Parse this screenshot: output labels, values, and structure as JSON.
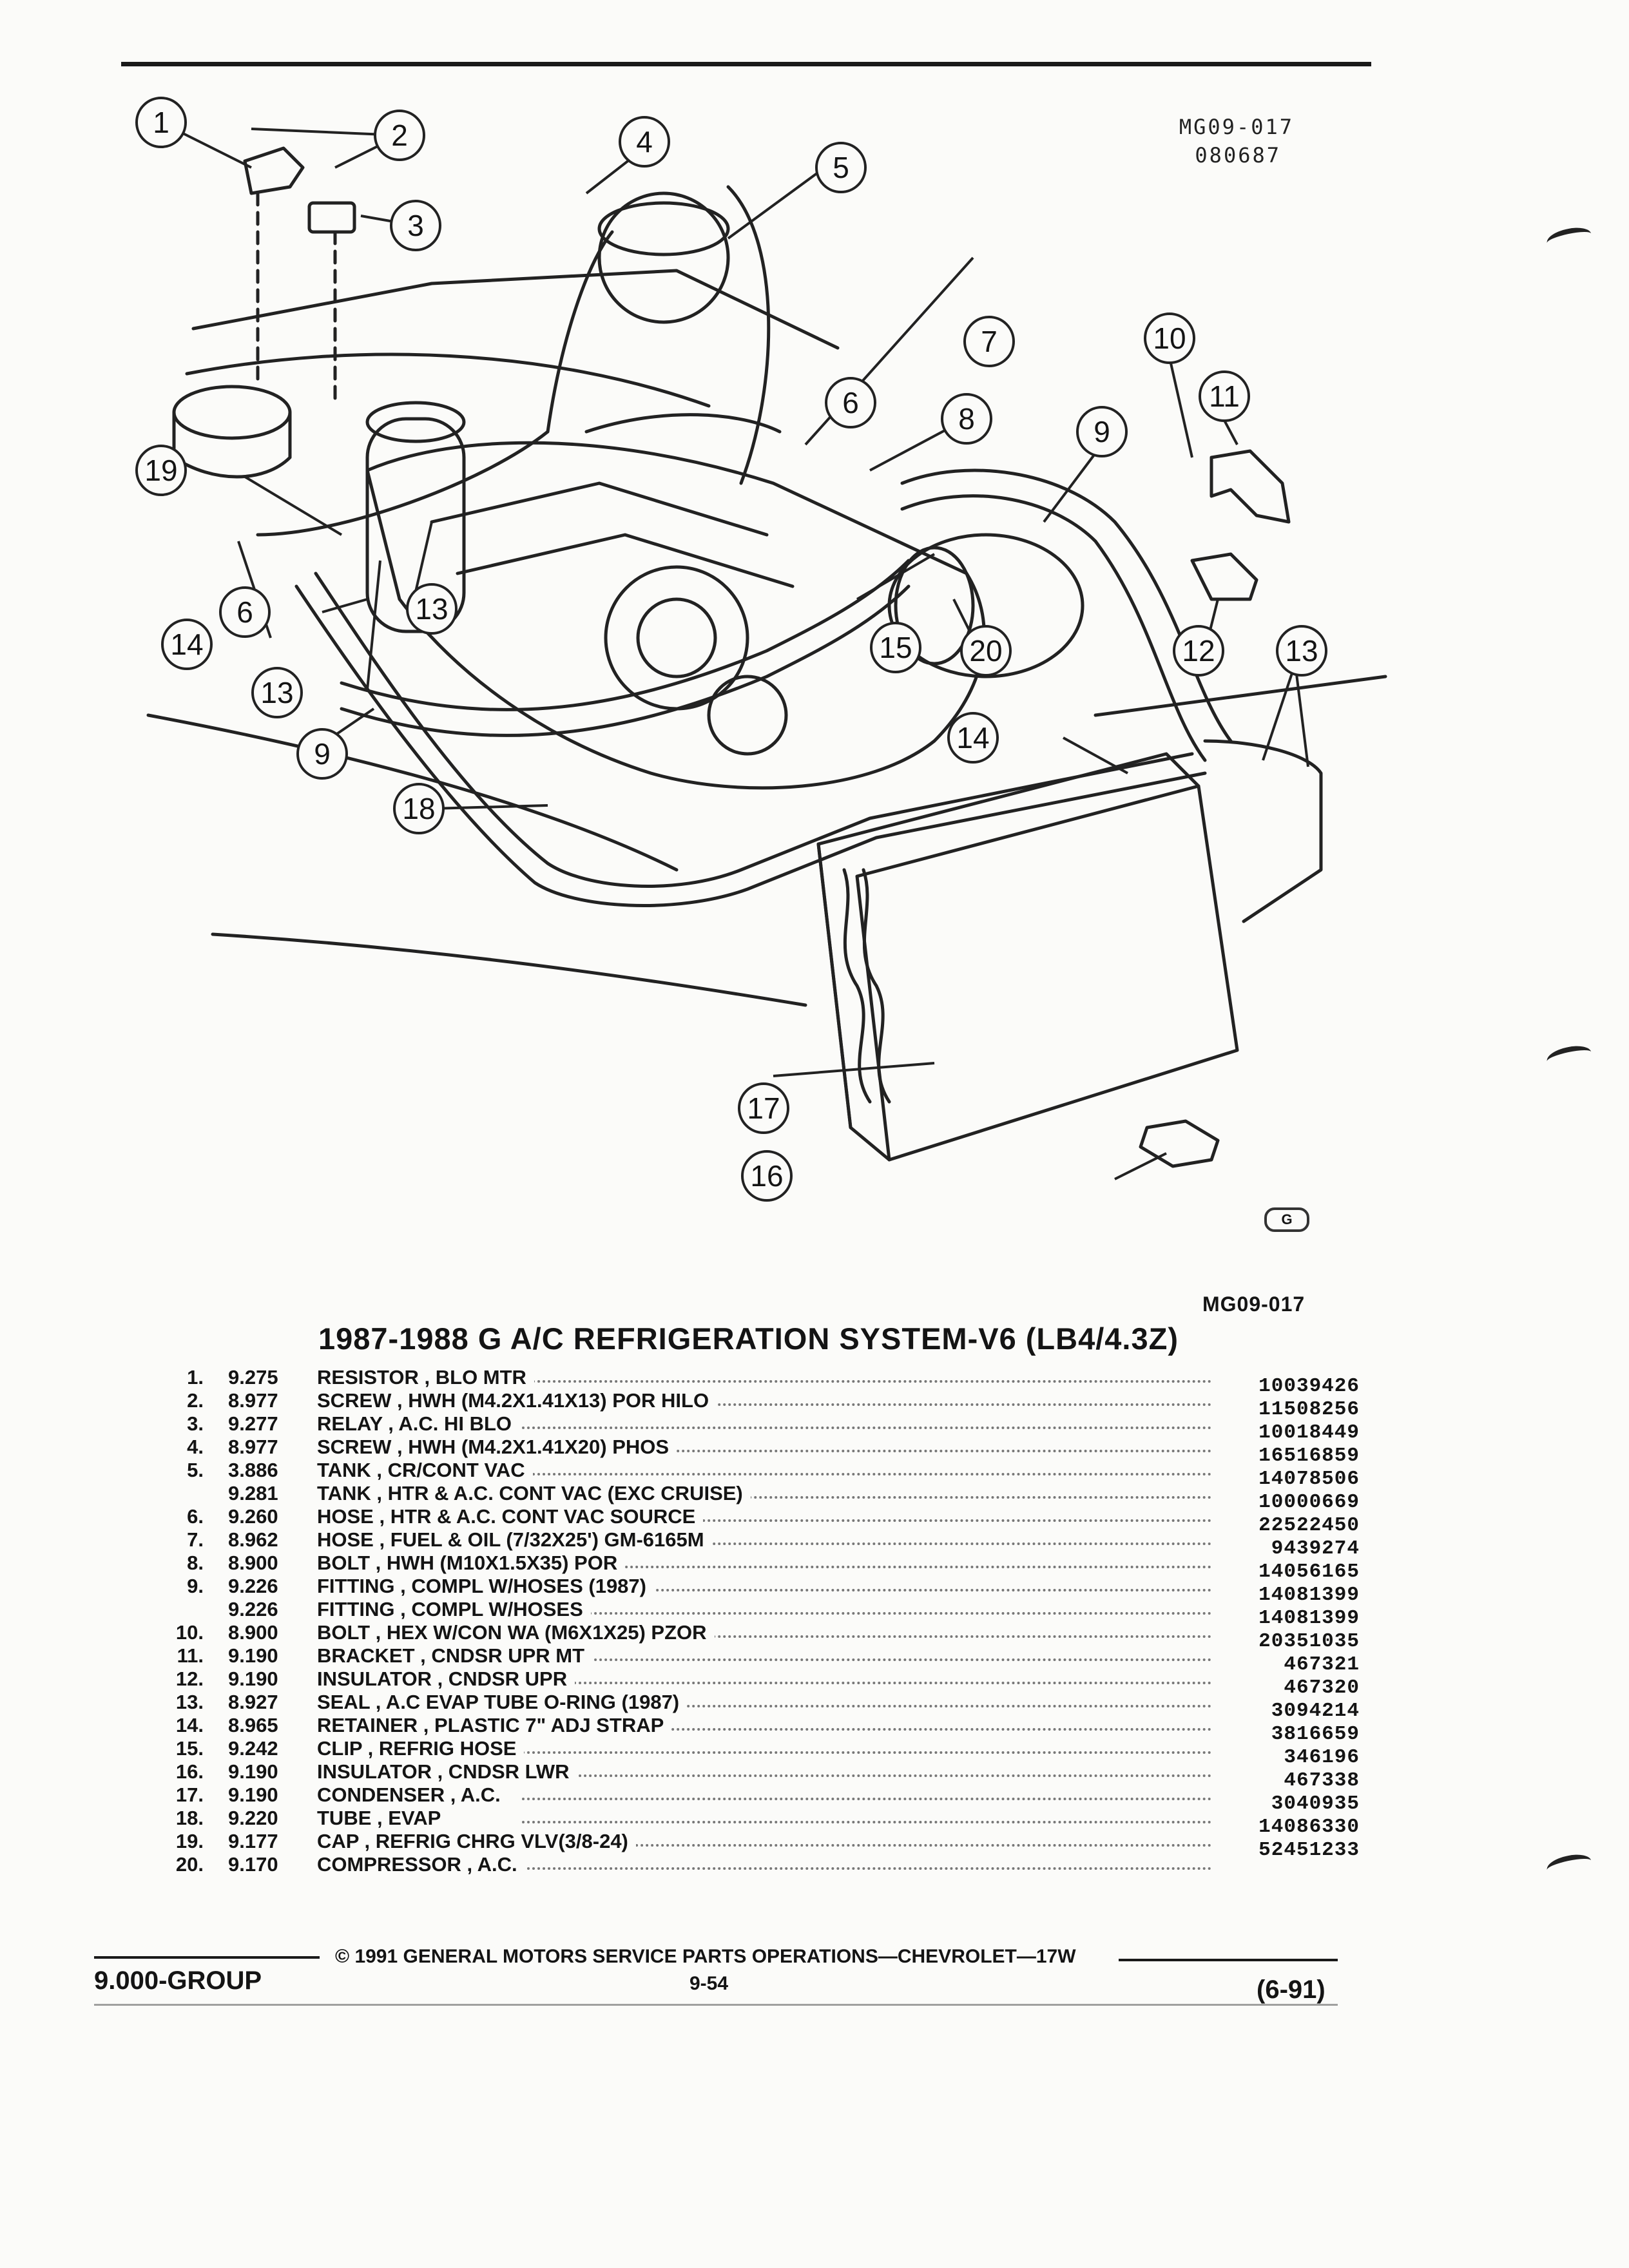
{
  "header": {
    "figure_code": "MG09-017",
    "figure_date": "080687"
  },
  "diagram": {
    "callouts": [
      "1",
      "2",
      "3",
      "4",
      "5",
      "6",
      "7",
      "8",
      "9",
      "10",
      "11",
      "12",
      "13",
      "14",
      "15",
      "16",
      "17",
      "18",
      "19",
      "20"
    ]
  },
  "caption": {
    "figure_code": "MG09-017",
    "title": "1987-1988 G A/C REFRIGERATION SYSTEM-V6 (LB4/4.3Z)"
  },
  "parts": [
    {
      "num": "1.",
      "group": "9.275",
      "desc": "RESISTOR , BLO MTR",
      "pn": "10039426"
    },
    {
      "num": "2.",
      "group": "8.977",
      "desc": "SCREW , HWH (M4.2X1.41X13) POR HILO",
      "pn": "11508256"
    },
    {
      "num": "3.",
      "group": "9.277",
      "desc": "RELAY , A.C. HI BLO",
      "pn": "10018449"
    },
    {
      "num": "4.",
      "group": "8.977",
      "desc": "SCREW , HWH (M4.2X1.41X20) PHOS",
      "pn": "16516859"
    },
    {
      "num": "5.",
      "group": "3.886",
      "desc": "TANK , CR/CONT VAC",
      "pn": "14078506"
    },
    {
      "num": "",
      "group": "9.281",
      "desc": "TANK , HTR & A.C. CONT VAC (EXC CRUISE)",
      "pn": "10000669"
    },
    {
      "num": "6.",
      "group": "9.260",
      "desc": "HOSE , HTR & A.C. CONT VAC SOURCE",
      "pn": "22522450"
    },
    {
      "num": "7.",
      "group": "8.962",
      "desc": "HOSE , FUEL & OIL (7/32X25') GM-6165M",
      "pn": "9439274"
    },
    {
      "num": "8.",
      "group": "8.900",
      "desc": "BOLT , HWH (M10X1.5X35) POR",
      "pn": "14056165"
    },
    {
      "num": "9.",
      "group": "9.226",
      "desc": "FITTING , COMPL W/HOSES (1987)",
      "pn": "14081399"
    },
    {
      "num": "",
      "group": "9.226",
      "desc": "FITTING , COMPL W/HOSES",
      "pn": "14081399"
    },
    {
      "num": "10.",
      "group": "8.900",
      "desc": "BOLT , HEX W/CON WA (M6X1X25) PZOR",
      "pn": "20351035"
    },
    {
      "num": "11.",
      "group": "9.190",
      "desc": "BRACKET , CNDSR UPR MT",
      "pn": "467321"
    },
    {
      "num": "12.",
      "group": "9.190",
      "desc": "INSULATOR , CNDSR UPR",
      "pn": "467320"
    },
    {
      "num": "13.",
      "group": "8.927",
      "desc": "SEAL , A.C EVAP TUBE O-RING (1987)",
      "pn": "3094214"
    },
    {
      "num": "14.",
      "group": "8.965",
      "desc": "RETAINER , PLASTIC 7\" ADJ STRAP",
      "pn": "3816659"
    },
    {
      "num": "15.",
      "group": "9.242",
      "desc": "CLIP , REFRIG HOSE",
      "pn": "346196"
    },
    {
      "num": "16.",
      "group": "9.190",
      "desc": "INSULATOR , CNDSR LWR",
      "pn": "467338"
    },
    {
      "num": "17.",
      "group": "9.190",
      "desc": "CONDENSER , A.C.",
      "pn": "3040935"
    },
    {
      "num": "18.",
      "group": "9.220",
      "desc": "TUBE , EVAP",
      "pn": "14086330"
    },
    {
      "num": "19.",
      "group": "9.177",
      "desc": "CAP , REFRIG CHRG VLV(3/8-24)",
      "pn": "52451233"
    },
    {
      "num": "20.",
      "group": "9.170",
      "desc": "COMPRESSOR , A.C.",
      "pn": ""
    }
  ],
  "footer": {
    "group": "9.000-GROUP",
    "copyright": "© 1991 GENERAL MOTORS SERVICE PARTS OPERATIONS—CHEVROLET—17W",
    "page": "9-54",
    "date": "(6-91)"
  },
  "logo_text": "G"
}
